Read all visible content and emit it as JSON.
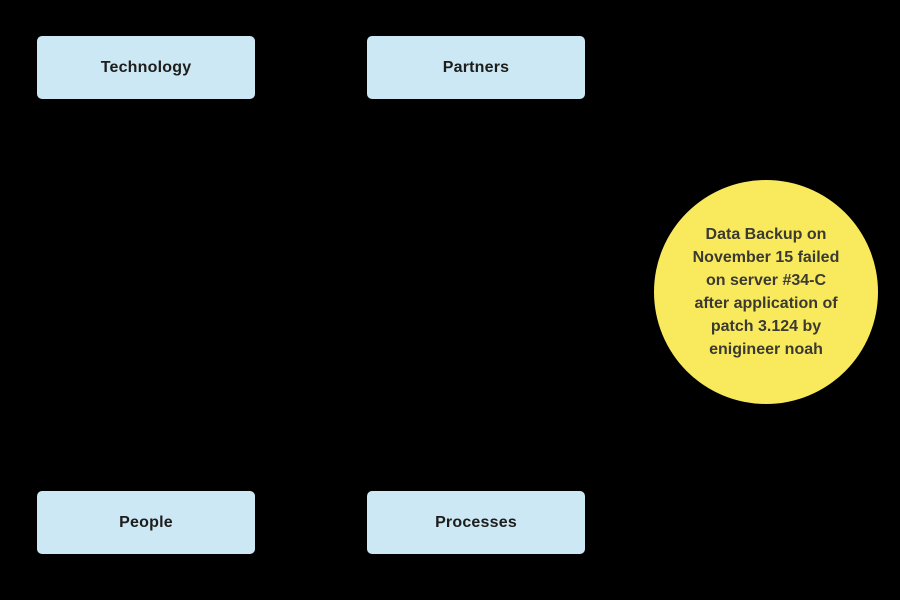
{
  "canvas": {
    "background_color": "#000000"
  },
  "diagram": {
    "boxes": [
      {
        "id": "technology",
        "label": "Technology"
      },
      {
        "id": "partners",
        "label": "Partners"
      },
      {
        "id": "people",
        "label": "People"
      },
      {
        "id": "processes",
        "label": "Processes"
      }
    ],
    "box_style": {
      "fill": "#cce8f4",
      "text_color": "#1d1d1b"
    },
    "note": {
      "shape": "circle",
      "fill": "#f9e95c",
      "text_color": "#3a3a33",
      "text": "Data Backup on November 15 failed on server #34-C after application of patch 3.124 by enigineer noah",
      "lines": [
        "Data Backup on",
        "November 15 failed",
        "on server #34-C",
        "after application of",
        "patch 3.124 by",
        "enigineer noah"
      ]
    }
  }
}
